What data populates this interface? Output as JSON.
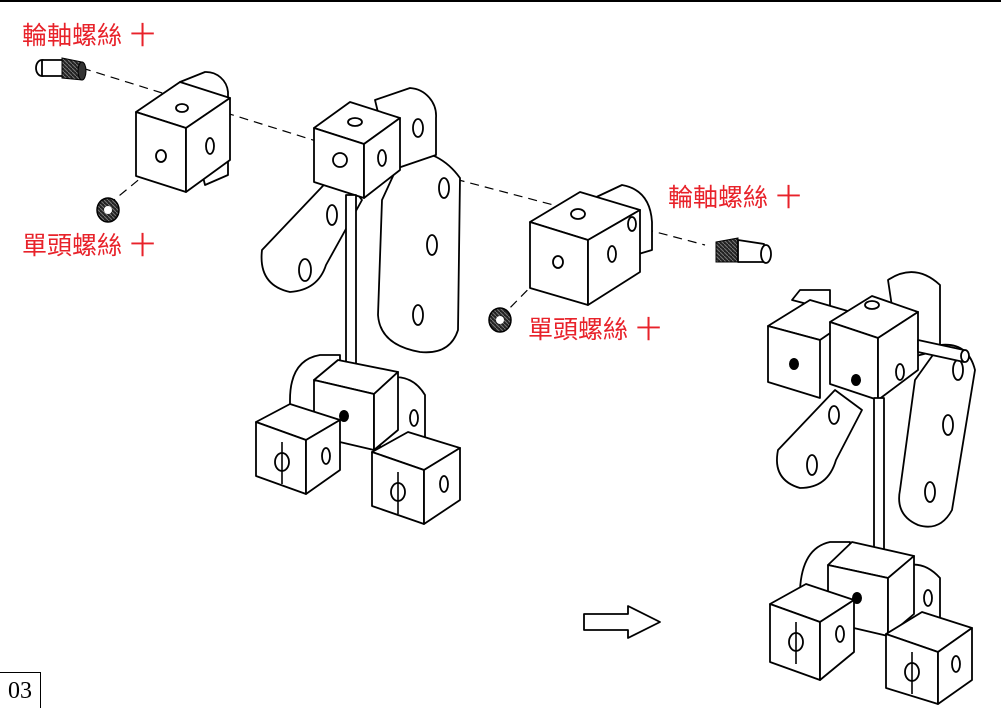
{
  "labels": {
    "axle_screw_1": "輪軸螺絲 十",
    "set_screw_1": "單頭螺絲 十",
    "axle_screw_2": "輪軸螺絲 十",
    "set_screw_2": "單頭螺絲 十"
  },
  "page_number": "03",
  "colors": {
    "label": "#e8222a",
    "line": "#000000"
  },
  "icons": {
    "next_step": "outline-right-arrow-icon"
  }
}
